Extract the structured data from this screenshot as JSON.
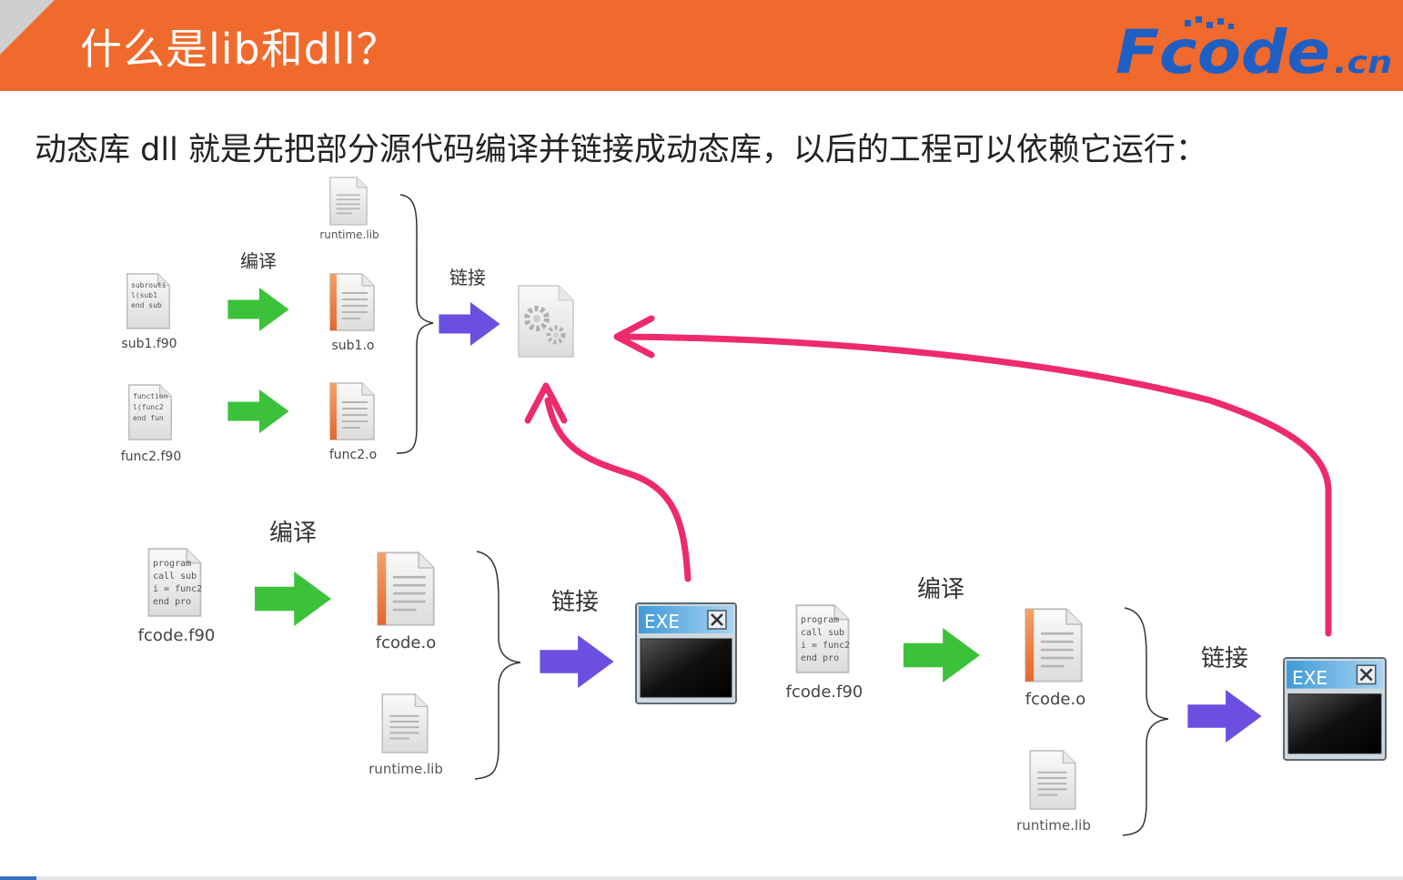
{
  "header": {
    "title": "什么是lib和dll？",
    "logo_text": "Fcode",
    "logo_suffix": ".cn"
  },
  "subtitle": "动态库 dll 就是先把部分源代码编译并链接成动态库，以后的工程可以依赖它运行：",
  "colors": {
    "header_bg": "#ef6a2c",
    "compile_arrow": "#3cc23a",
    "link_arrow": "#6a4fe0",
    "dependency_arrow": "#ee2a6e",
    "logo_blue": "#1f5fc4"
  },
  "top_group": {
    "compile_label": "编译",
    "link_label": "链接",
    "files": {
      "sub1_src": {
        "name": "sub1.f90",
        "lines": [
          "subrouti",
          "l(sub1",
          "end sub"
        ]
      },
      "func2_src": {
        "name": "func2.f90",
        "lines": [
          "function",
          "l(func2",
          "end fun"
        ]
      },
      "runtime_lib": {
        "name": "runtime.lib"
      },
      "sub1_obj": {
        "name": "sub1.o"
      },
      "func2_obj": {
        "name": "func2.o"
      }
    },
    "output_icon": "gears-dll-icon"
  },
  "bottom_left": {
    "compile_label": "编译",
    "link_label": "链接",
    "src": {
      "name": "fcode.f90",
      "lines": [
        "program",
        "call sub",
        "i = func2",
        "end pro"
      ]
    },
    "obj": {
      "name": "fcode.o"
    },
    "lib": {
      "name": "runtime.lib"
    },
    "exe_label": "EXE"
  },
  "bottom_right": {
    "compile_label": "编译",
    "link_label": "链接",
    "src": {
      "name": "fcode.f90",
      "lines": [
        "program",
        "call sub",
        "i = func2",
        "end pro"
      ]
    },
    "obj": {
      "name": "fcode.o"
    },
    "lib": {
      "name": "runtime.lib"
    },
    "exe_label": "EXE"
  }
}
